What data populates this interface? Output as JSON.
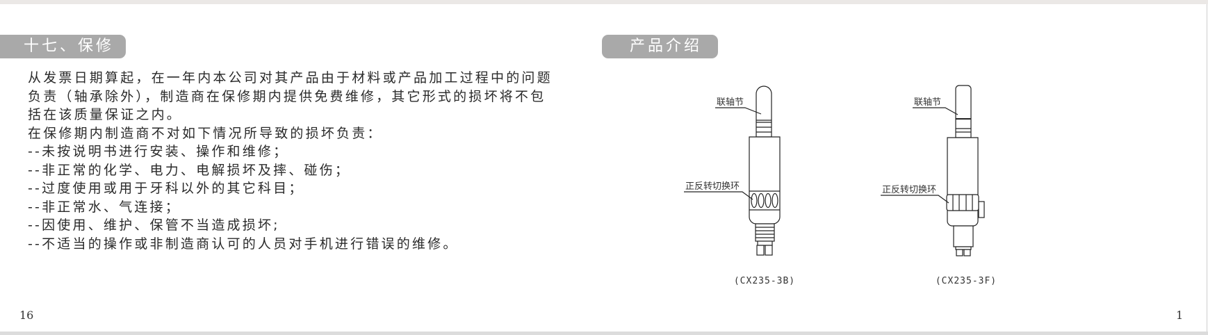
{
  "left_page": {
    "section_title": "十七、保修",
    "paragraphs": [
      "从发票日期算起，在一年内本公司对其产品由于材料或产品加工过程中的问题",
      "负责（轴承除外），制造商在保修期内提供免费维修，其它形式的损坏将不包",
      "括在该质量保证之内。",
      "在保修期内制造商不对如下情况所导致的损坏负责：",
      "--未按说明书进行安装、操作和维修；",
      "--非正常的化学、电力、电解损坏及摔、碰伤；",
      "--过度使用或用于牙科以外的其它科目；",
      "--非正常水、气连接；",
      "--因使用、维护、保管不当造成损坏;",
      "--不适当的操作或非制造商认可的人员对手机进行错误的维修。"
    ],
    "page_number": "16"
  },
  "right_page": {
    "section_title": "产品介绍",
    "figures": [
      {
        "label_coupling": "联轴节",
        "label_ring": "正反转切换环",
        "caption": "(CX235-3B)"
      },
      {
        "label_coupling": "联轴节",
        "label_ring": "正反转切换环",
        "caption": "(CX235-3F)"
      }
    ],
    "page_number": "1"
  },
  "colors": {
    "badge": "#a9a9a9",
    "line": "#222222"
  }
}
